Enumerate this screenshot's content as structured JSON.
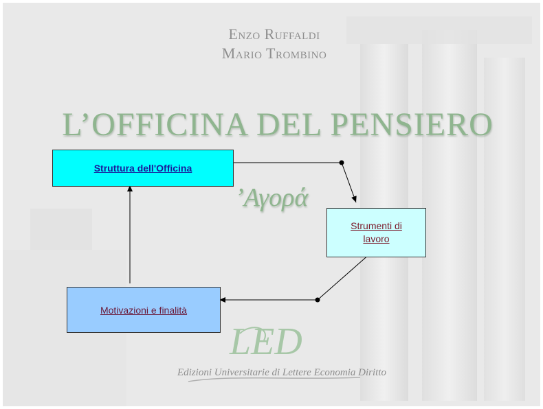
{
  "authors": [
    "Enzo Ruffaldi",
    "Mario Trombino"
  ],
  "title": "L’OFFICINA DEL PENSIERO",
  "subtitle": "’Αγορά",
  "nodes": {
    "struttura": "Struttura dell'Officina",
    "strumenti": "Strumenti di lavoro",
    "motivazioni": "Motivazioni e finalità"
  },
  "logo": {
    "mark": "LED",
    "text": "Edizioni Universitarie di Lettere Economia Diritto"
  },
  "colors": {
    "title": "#8fb58f",
    "struttura_box": "#00ffff",
    "strumenti_box": "#ccffff",
    "motivazioni_box": "#99ccff"
  }
}
